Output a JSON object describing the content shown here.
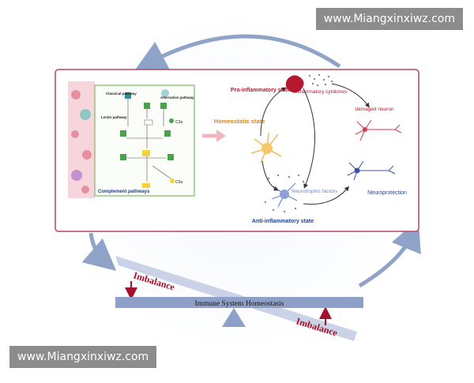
{
  "watermarks": {
    "top": "www.Miangxinxiwz.com",
    "bottom": "www.Miangxinxiwz.com"
  },
  "complement": {
    "title": "Complement pathways",
    "classical": "Classical pathway",
    "lectin": "Lectin pathway",
    "alternative": "Alternative pathway",
    "c3a": "C3a",
    "c5a": "C5a"
  },
  "microglia": {
    "homeostatic": "Homeostatic state",
    "pro": "Pro-inflammatory state",
    "cytokines": "Inflammatory cytokines",
    "damaged": "damaged neuron",
    "neurotrophic": "Neurotrophic factors",
    "anti": "Anti-inflammatory state",
    "neuroprotection": "Neuroprotection"
  },
  "seesaw": {
    "imbalance_left": "Imbalance",
    "imbalance_right": "Imbalance",
    "beam": "Immune System Homeostasis"
  },
  "colors": {
    "panel_border": "#b8475a",
    "cycle_arrow": "#8fa3c8",
    "plank": "#c9d2e6",
    "beam": "#8ea0c8",
    "imbalance_text": "#a3122a",
    "pro_text": "#c0162e",
    "anti_text": "#1f3f8f",
    "homeostatic_text": "#d9851e",
    "complement_box": "#7cbb60"
  }
}
